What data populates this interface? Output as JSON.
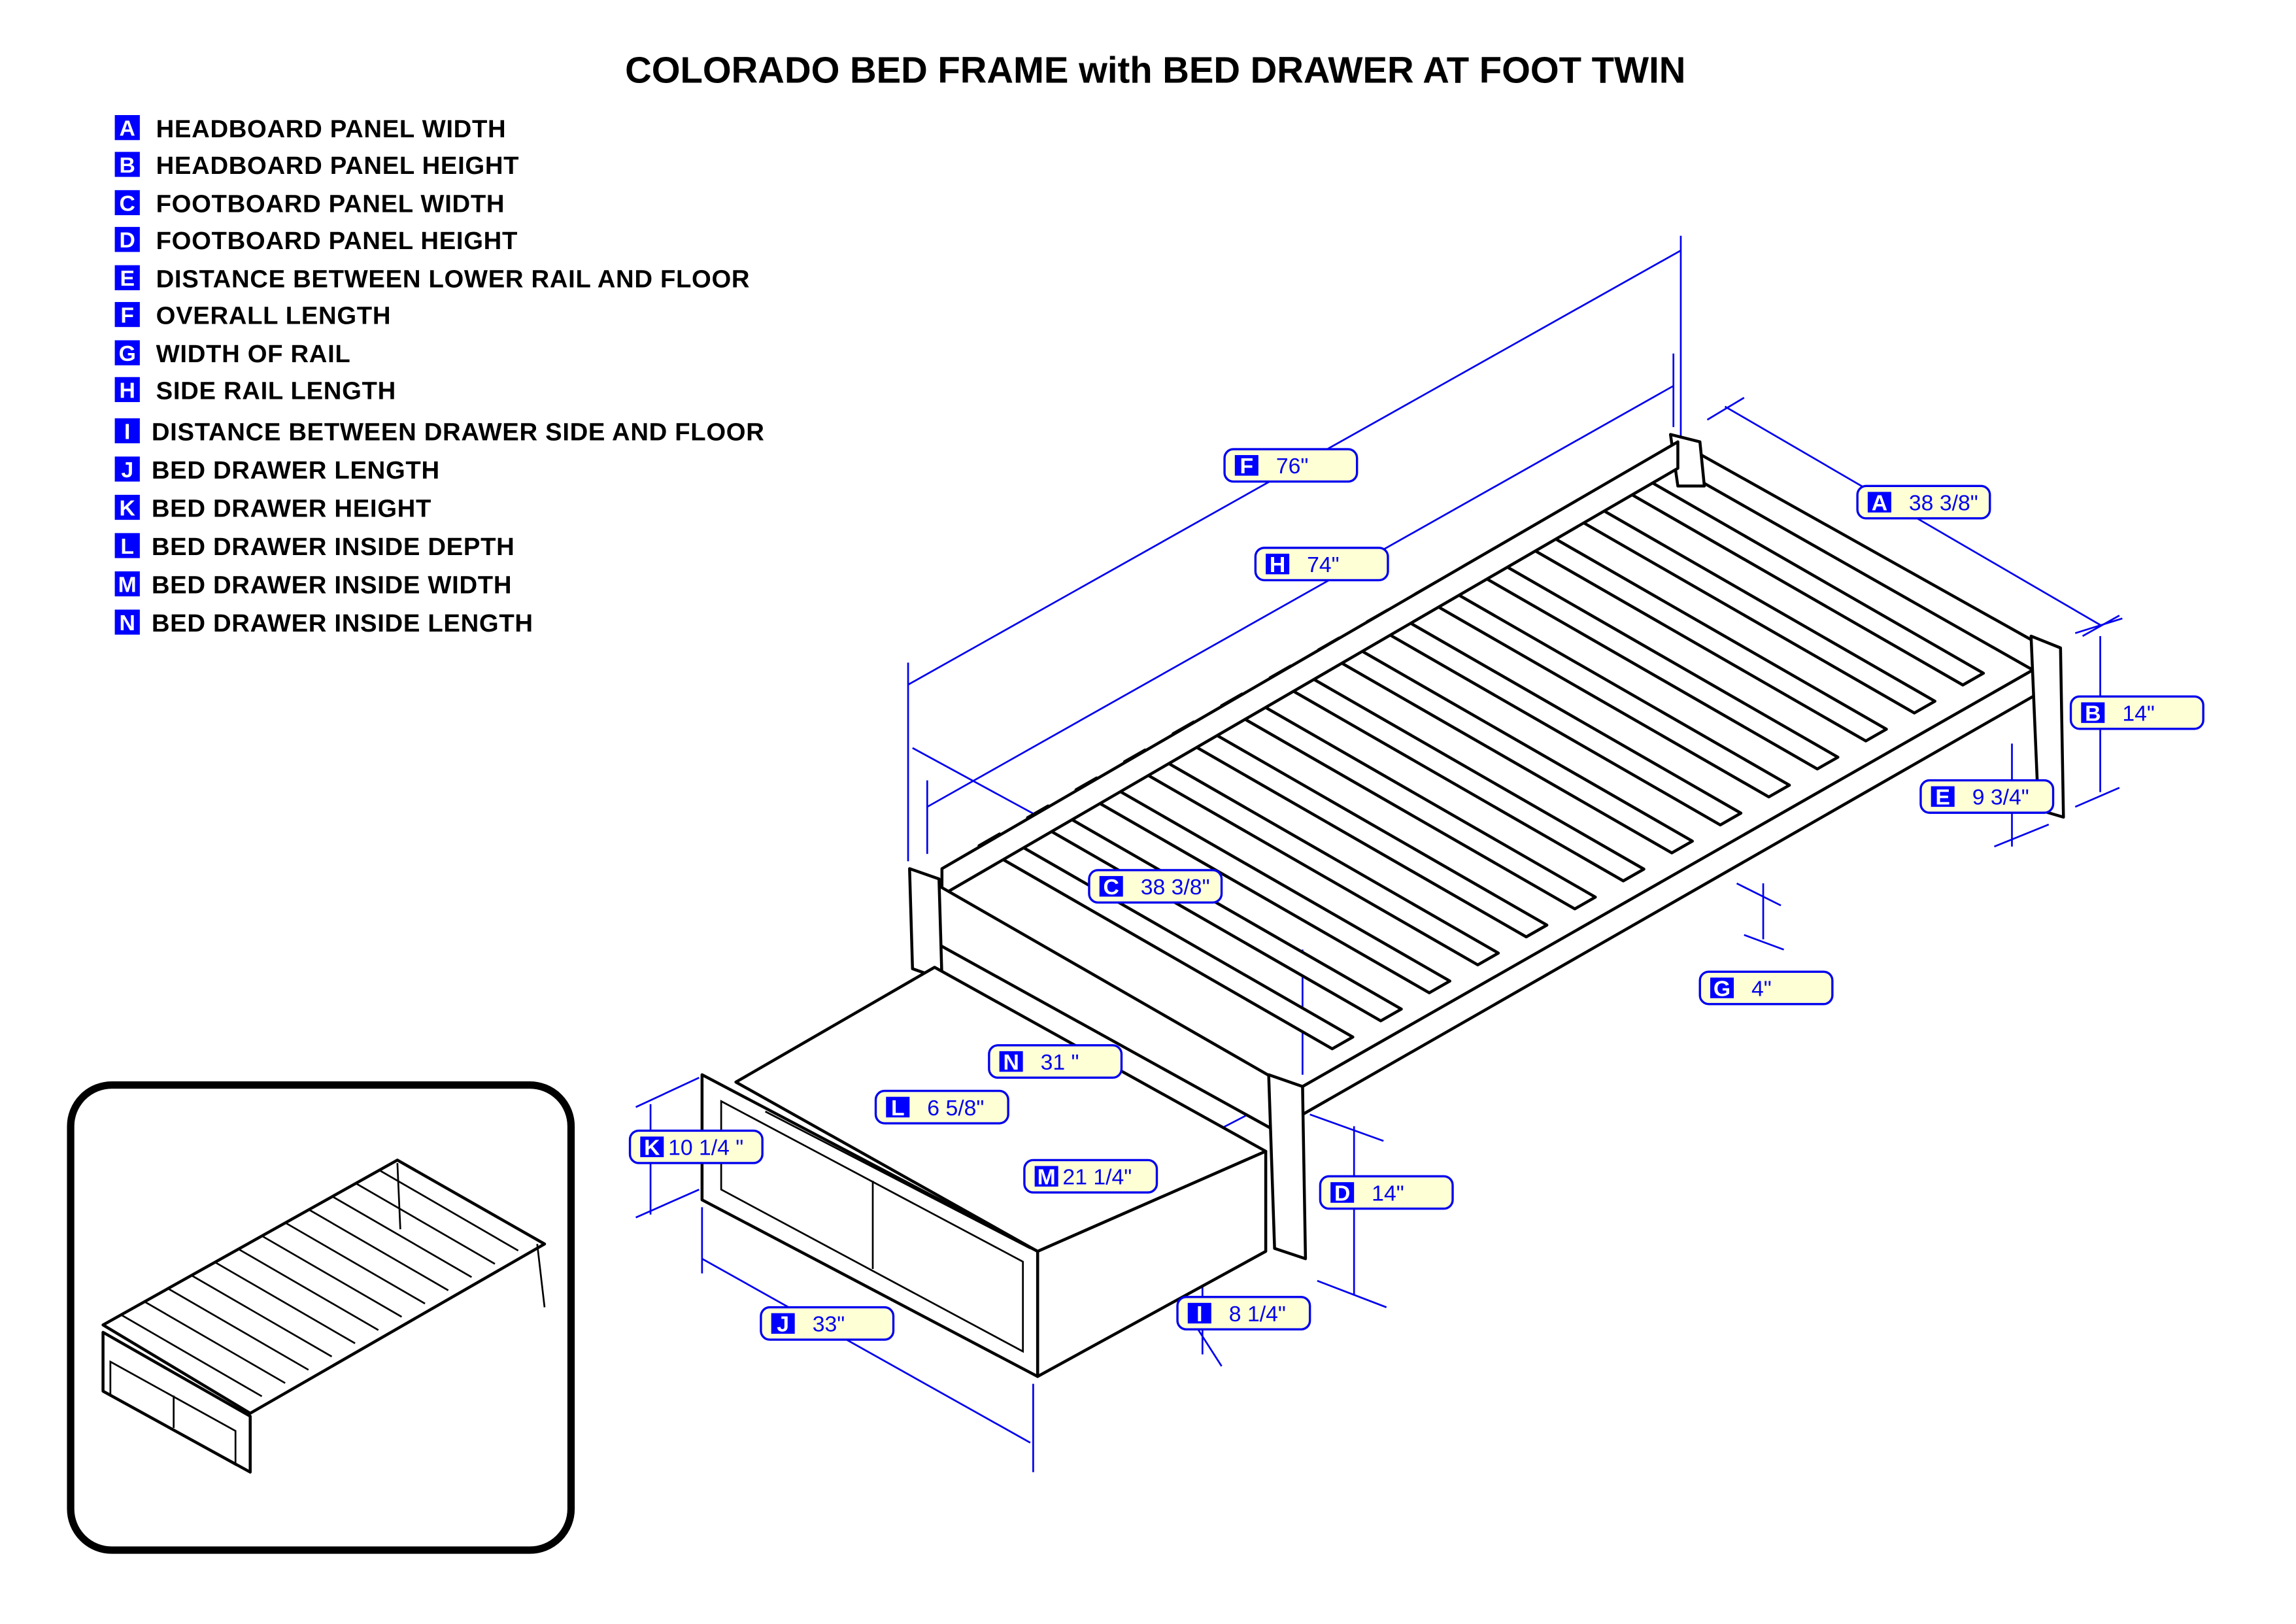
{
  "title": "COLORADO BED FRAME with BED DRAWER AT FOOT TWIN",
  "legend": [
    {
      "letter": "A",
      "label": "HEADBOARD PANEL WIDTH"
    },
    {
      "letter": "B",
      "label": "HEADBOARD PANEL HEIGHT"
    },
    {
      "letter": "C",
      "label": "FOOTBOARD PANEL WIDTH"
    },
    {
      "letter": "D",
      "label": "FOOTBOARD PANEL HEIGHT"
    },
    {
      "letter": "E",
      "label": "DISTANCE BETWEEN LOWER RAIL AND FLOOR"
    },
    {
      "letter": "F",
      "label": "OVERALL LENGTH"
    },
    {
      "letter": "G",
      "label": "WIDTH OF RAIL"
    },
    {
      "letter": "H",
      "label": "SIDE RAIL LENGTH"
    },
    {
      "letter": "I",
      "label": "DISTANCE BETWEEN DRAWER SIDE AND FLOOR"
    },
    {
      "letter": "J",
      "label": "BED DRAWER LENGTH"
    },
    {
      "letter": "K",
      "label": "BED DRAWER HEIGHT"
    },
    {
      "letter": "L",
      "label": "BED DRAWER INSIDE DEPTH"
    },
    {
      "letter": "M",
      "label": "BED DRAWER INSIDE WIDTH"
    },
    {
      "letter": "N",
      "label": "BED DRAWER INSIDE LENGTH"
    }
  ],
  "dimensions": {
    "A": {
      "letter": "A",
      "value": "38 3/8\""
    },
    "B": {
      "letter": "B",
      "value": "14\""
    },
    "C": {
      "letter": "C",
      "value": "38 3/8\""
    },
    "D": {
      "letter": "D",
      "value": "14\""
    },
    "E": {
      "letter": "E",
      "value": "9 3/4\""
    },
    "F": {
      "letter": "F",
      "value": "76\""
    },
    "G": {
      "letter": "G",
      "value": "4\""
    },
    "H": {
      "letter": "H",
      "value": "74\""
    },
    "I": {
      "letter": "I",
      "value": "8 1/4\""
    },
    "J": {
      "letter": "J",
      "value": "33\""
    },
    "K": {
      "letter": "K",
      "value": "10 1/4 \""
    },
    "L": {
      "letter": "L",
      "value": "6 5/8\""
    },
    "M": {
      "letter": "M",
      "value": "21 1/4\""
    },
    "N": {
      "letter": "N",
      "value": "31 \""
    }
  },
  "colors": {
    "accent": "#0000ee",
    "callout_fill": "#ffffd6"
  }
}
